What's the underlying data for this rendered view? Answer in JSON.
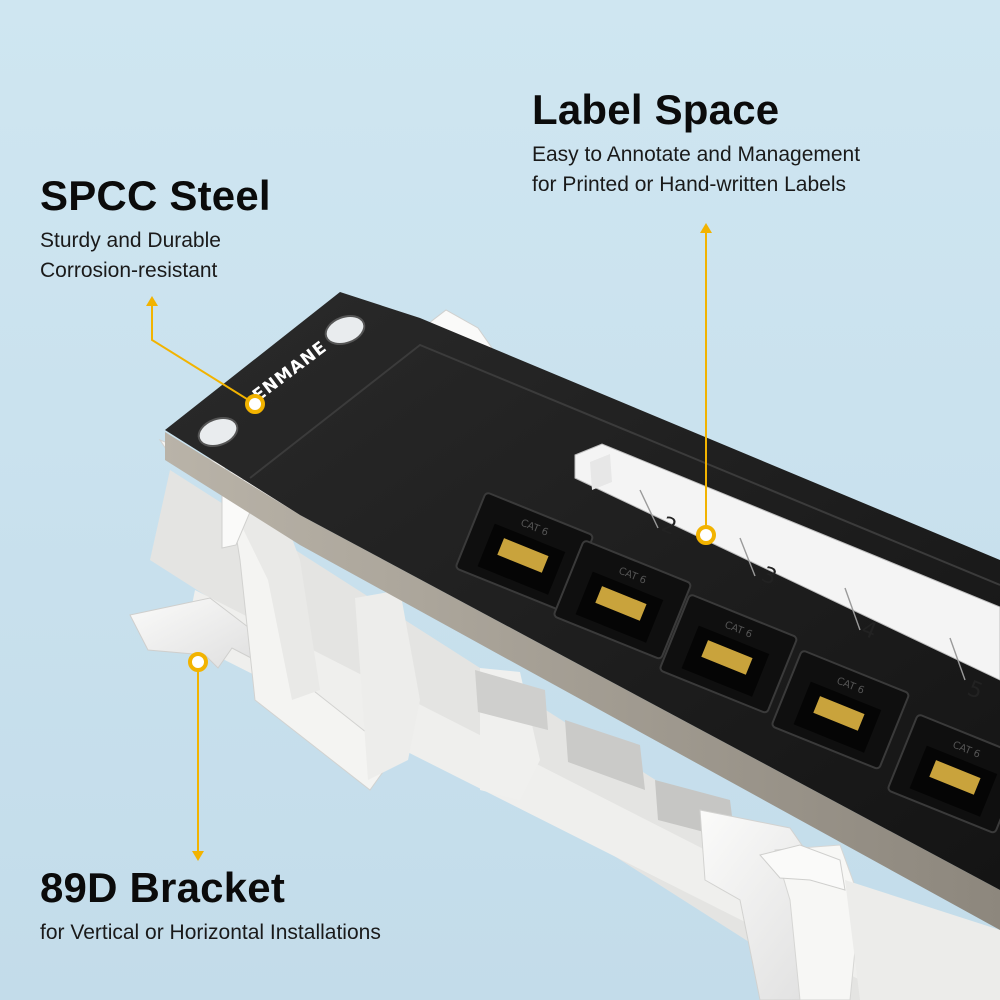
{
  "callouts": {
    "spcc": {
      "title": "SPCC Steel",
      "lines": [
        "Sturdy and Durable",
        "Corrosion-resistant"
      ]
    },
    "label": {
      "title": "Label Space",
      "lines": [
        "Easy to Annotate and Management",
        "for Printed or Hand-written Labels"
      ]
    },
    "bracket": {
      "title": "89D Bracket",
      "lines": [
        "for Vertical or Horizontal Installations"
      ]
    }
  },
  "brand": "ENMANE",
  "port_labels": [
    "2",
    "3",
    "4",
    "5"
  ],
  "jack_text": "CAT 6",
  "colors": {
    "background": "#c9e2ee",
    "panel": "#1c1c1c",
    "bracket": "#f1f1ef",
    "accent": "#f2b300",
    "text": "#0b0b0b"
  }
}
